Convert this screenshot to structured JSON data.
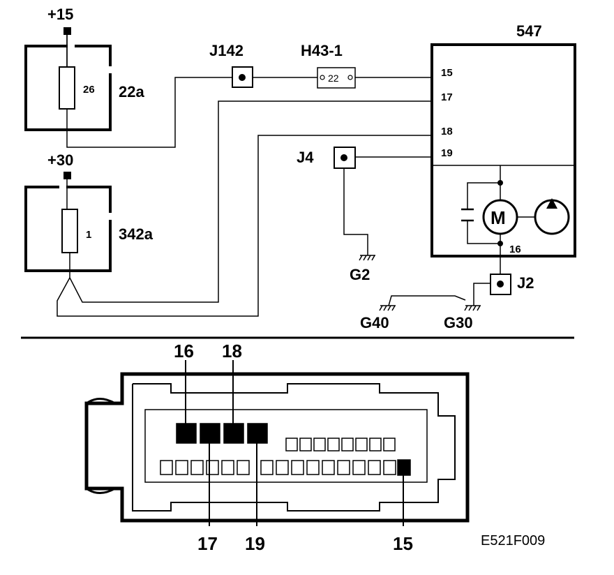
{
  "diagram": {
    "code": "E521F009",
    "fuse_boxes": [
      {
        "supply": "+15",
        "fuse_number": "26",
        "box_id": "22a"
      },
      {
        "supply": "+30",
        "fuse_number": "1",
        "box_id": "342a"
      }
    ],
    "connectors": {
      "j142": "J142",
      "h43": "H43-1",
      "h43_pin": "22",
      "j4": "J4",
      "j2": "J2"
    },
    "grounds": {
      "g2": "G2",
      "g40": "G40",
      "g30": "G30"
    },
    "module": {
      "id": "547",
      "pins": [
        "15",
        "17",
        "18",
        "19"
      ],
      "motor_pin": "16",
      "motor_symbol": "M"
    },
    "plug_top_labels": [
      "16",
      "18"
    ],
    "plug_bottom_labels": [
      "17",
      "19",
      "15"
    ]
  }
}
